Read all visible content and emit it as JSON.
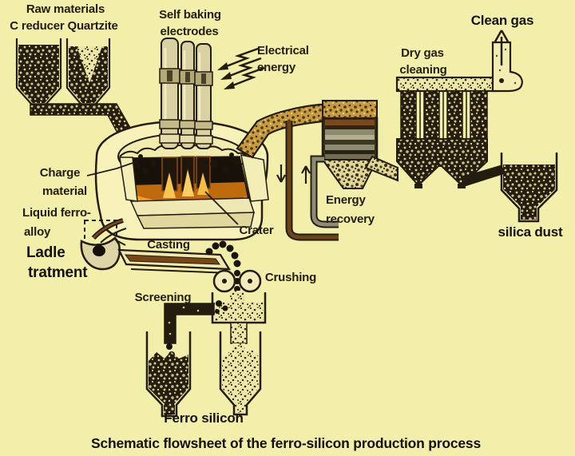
{
  "diagram": {
    "caption": "Schematic flowsheet of the ferro-silicon production process",
    "labels": {
      "raw_materials": [
        "Raw materials",
        "C reducer Quartzite"
      ],
      "self_baking_electrodes": [
        "Self baking",
        "electrodes"
      ],
      "electrical_energy": [
        "Electrical",
        "energy"
      ],
      "clean_gas": "Clean gas",
      "dry_gas_cleaning": [
        "Dry gas",
        "cleaning"
      ],
      "charge_material": [
        "Charge",
        "material"
      ],
      "crater": "Crater",
      "liquid_ferro_alloy": [
        "Liquid ferro-",
        "alloy"
      ],
      "ladle_treatment": [
        "Ladle",
        "tratment"
      ],
      "casting": "Casting",
      "crushing": "Crushing",
      "screening": "Screening",
      "energy_recovery": [
        "Energy",
        "recovery"
      ],
      "silica_dust": "silica dust",
      "ferro_silicon": "Ferro silicon"
    },
    "colors": {
      "background": "#f2efab",
      "ink": "#241c0c",
      "furnace_glow_orange": "#c06a0e",
      "furnace_glow_bright": "#f0a41f",
      "flame_yellow": "#f6c552",
      "duct_gold": "#c79b3f",
      "pipe_brown": "#6b4318",
      "pipe_gray": "#8d8b76",
      "electrode_tan": "#d9d1a2"
    }
  }
}
